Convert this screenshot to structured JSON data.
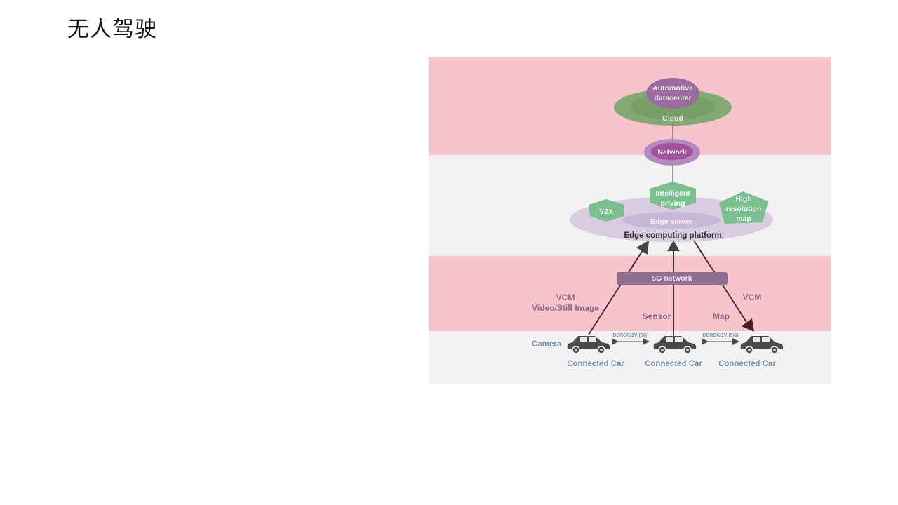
{
  "slide": {
    "title": "无人驾驶"
  },
  "diagram": {
    "colors": {
      "pink_band": "#f7c4cc",
      "gray_band": "#f2f2f2",
      "cloud_green": "#84a874",
      "datacenter_purple": "#9d6aa0",
      "network_purple": "#a66aad",
      "edge_platform": "#d8cde0",
      "edge_server": "#c8b7d5",
      "hex_green": "#79c08e",
      "bar_5g": "#8e6f90",
      "arrow_dark": "#4a2a36",
      "car": "#4a4a4a",
      "label_blue": "#7e8ea8"
    },
    "datacenter_line1": "Automotive",
    "datacenter_line2": "datacenter",
    "cloud": "Cloud",
    "network": "Network",
    "v2x": "V2X",
    "intelligent_line1": "Intelligent",
    "intelligent_line2": "driving",
    "highres_line1": "High",
    "highres_line2": "resolution",
    "highres_line3": "map",
    "edge_server": "Edge server",
    "edge_platform": "Edge computing platform",
    "network_5g": "5G network",
    "vcm_left": "VCM",
    "video_still": "Video/Still Image",
    "sensor": "Sensor",
    "map": "Map",
    "vcm_right": "VCM",
    "camera": "Camera",
    "dsrc_left": "DSRC/V2V (5G)",
    "dsrc_right": "DSRC/V2V (5G)",
    "cars": [
      {
        "label": "Connected Car"
      },
      {
        "label": "Connected Car"
      },
      {
        "label": "Connected Car"
      }
    ]
  }
}
